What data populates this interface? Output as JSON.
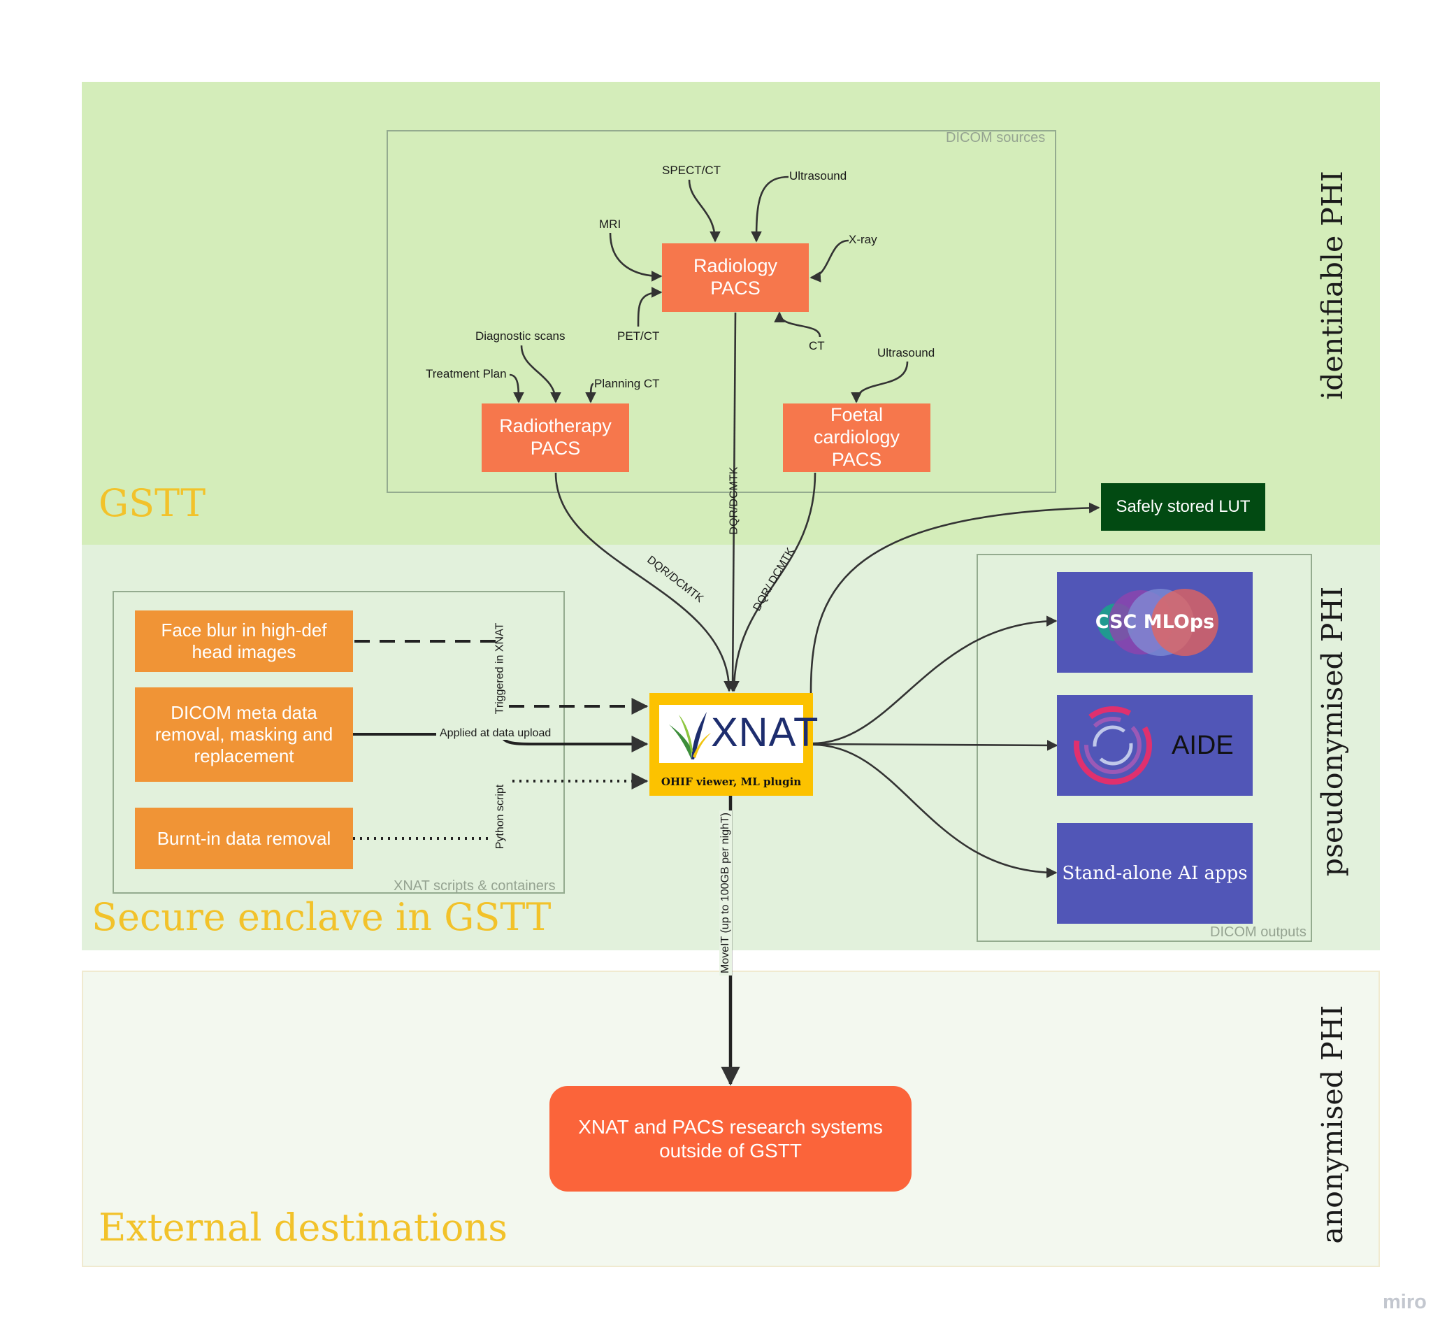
{
  "zones": {
    "gstt": "GSTT",
    "enclave": "Secure enclave in GSTT",
    "external": "External destinations"
  },
  "phi_labels": {
    "identifiable": "identifiable PHI",
    "pseudonymised": "pseudonymised PHI",
    "anonymised": "anonymised PHI"
  },
  "frames": {
    "dicom_sources": "DICOM sources",
    "xnat_scripts": "XNAT scripts & containers",
    "dicom_outputs": "DICOM outputs"
  },
  "nodes": {
    "radiology_pacs": "Radiology\nPACS",
    "radiotherapy_pacs": "Radiotherapy\nPACS",
    "foetal_pacs": "Foetal\ncardiology\nPACS",
    "safely_stored_lut": "Safely stored LUT",
    "face_blur": "Face blur in high-def\nhead images",
    "dicom_meta": "DICOM meta data\nremoval, masking and\nreplacement",
    "burnt_in": "Burnt-in data removal",
    "xnat_logo": "XNAT",
    "xnat_caption": "OHIF viewer, ML plugin",
    "csc_mlops": "CSC MLOps",
    "aide": "AIDE",
    "standalone_ai": "Stand-alone AI apps",
    "external_systems": "XNAT and PACS research systems\noutside of GSTT"
  },
  "sources": {
    "spect_ct": "SPECT/CT",
    "ultrasound_radiology": "Ultrasound",
    "mri": "MRI",
    "xray": "X-ray",
    "pet_ct": "PET/CT",
    "ct": "CT",
    "diagnostic_scans": "Diagnostic scans",
    "treatment_plan": "Treatment Plan",
    "planning_ct": "Planning CT",
    "ultrasound_foetal": "Ultrasound"
  },
  "edge_labels": {
    "radiotherapy_to_xnat": "DQR/DCMTK",
    "radiology_to_xnat": "DQR/DCMTK",
    "foetal_to_xnat": "DQR/ DCMTK",
    "triggered": "Triggered in XNAT",
    "applied": "Applied at data upload",
    "python": "Python script",
    "movelt": "MoveIT (up to 100GB per nighT)"
  },
  "watermark": "miro",
  "colors": {
    "gstt_zone": "#d4edba",
    "enclave_zone": "#e2f1dc",
    "external_zone": "#f3f8ef",
    "pacs": "#f6774c",
    "process": "#f09436",
    "lut": "#024a12",
    "output": "#5156b7",
    "xnat": "#fcc200",
    "external_dest": "#fb643a",
    "zone_title": "#f2c22a"
  }
}
